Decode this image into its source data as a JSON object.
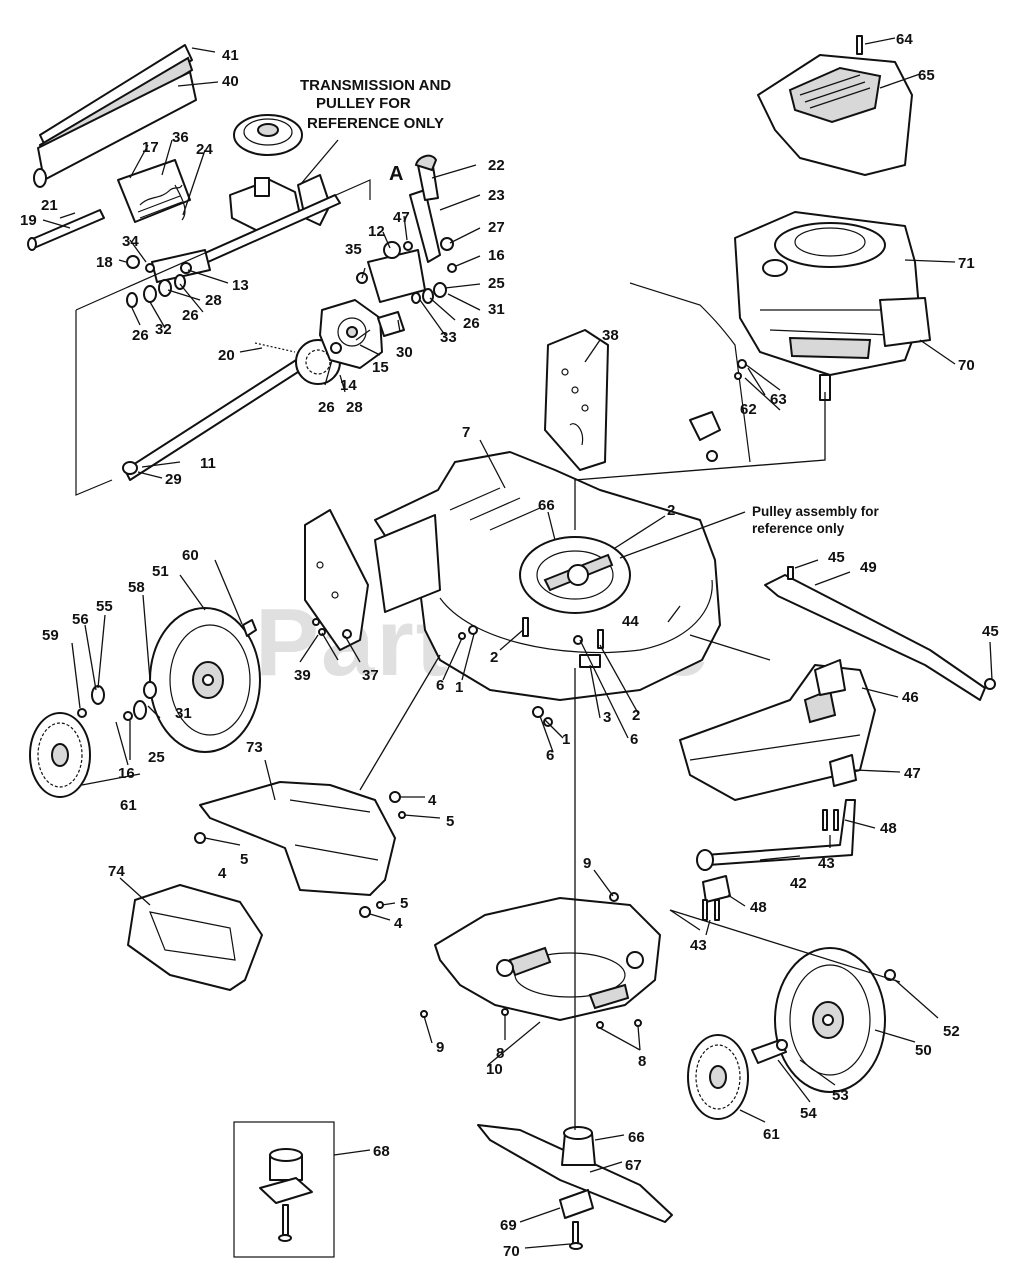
{
  "watermark": "PartsTree",
  "notes": {
    "transmission_line1": "TRANSMISSION AND",
    "transmission_line2": "PULLEY FOR",
    "transmission_line3": "REFERENCE ONLY",
    "pulley_line1": "Pulley assembly for",
    "pulley_line2": "reference only",
    "view_marker": "A"
  },
  "callouts": {
    "c1a": "1",
    "c1b": "1",
    "c2a": "2",
    "c2b": "2",
    "c2c": "2",
    "c3": "3",
    "c4a": "4",
    "c4b": "4",
    "c4c": "4",
    "c5a": "5",
    "c5b": "5",
    "c5c": "5",
    "c6a": "6",
    "c6b": "6",
    "c6c": "6",
    "c7": "7",
    "c8a": "8",
    "c8b": "8",
    "c9a": "9",
    "c9b": "9",
    "c10": "10",
    "c11": "11",
    "c12": "12",
    "c13": "13",
    "c14": "14",
    "c15": "15",
    "c16a": "16",
    "c16b": "16",
    "c17": "17",
    "c18": "18",
    "c19": "19",
    "c20": "20",
    "c21": "21",
    "c22": "22",
    "c23": "23",
    "c24": "24",
    "c25a": "25",
    "c25b": "25",
    "c26a": "26",
    "c26b": "26",
    "c26c": "26",
    "c26d": "26",
    "c27": "27",
    "c28a": "28",
    "c28b": "28",
    "c29": "29",
    "c30": "30",
    "c31a": "31",
    "c31b": "31",
    "c32": "32",
    "c33": "33",
    "c34": "34",
    "c35": "35",
    "c36": "36",
    "c37": "37",
    "c38": "38",
    "c39": "39",
    "c40": "40",
    "c41": "41",
    "c42": "42",
    "c43a": "43",
    "c43b": "43",
    "c44": "44",
    "c45a": "45",
    "c45b": "45",
    "c46": "46",
    "c47a": "47",
    "c47b": "47",
    "c48a": "48",
    "c48b": "48",
    "c49": "49",
    "c50": "50",
    "c51": "51",
    "c52": "52",
    "c53": "53",
    "c54": "54",
    "c55": "55",
    "c56": "56",
    "c58": "58",
    "c59": "59",
    "c60": "60",
    "c61a": "61",
    "c61b": "61",
    "c62": "62",
    "c63": "63",
    "c64": "64",
    "c65": "65",
    "c66a": "66",
    "c66b": "66",
    "c67": "67",
    "c68": "68",
    "c69": "69",
    "c70a": "70",
    "c70b": "70",
    "c71": "71",
    "c73": "73",
    "c74": "74"
  }
}
